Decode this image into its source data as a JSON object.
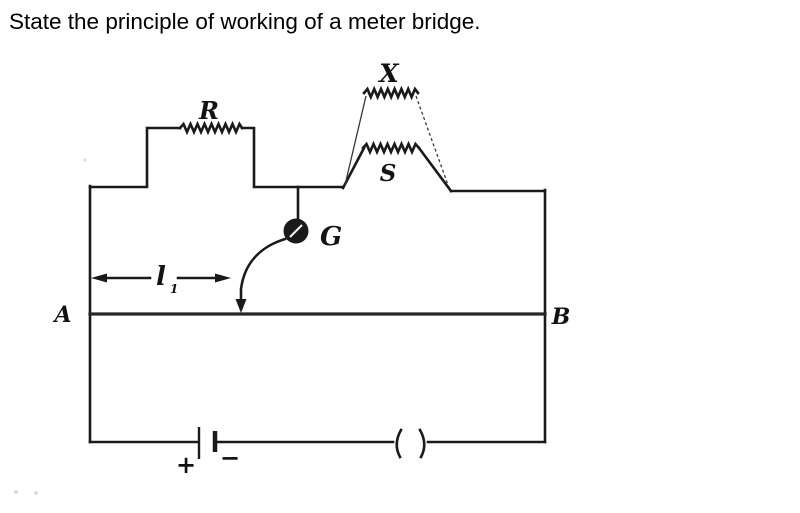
{
  "question": {
    "text": "State the principle of working of a meter bridge."
  },
  "diagram": {
    "title": "meter-bridge-circuit",
    "ink_color": "#1d1d1d",
    "labels": {
      "known_resistor": "R",
      "unknown_resistor": "X",
      "series_resistor": "S",
      "galvanometer": "G",
      "terminal_left": "A",
      "terminal_right": "B",
      "balance_length_base": "l",
      "balance_length_sub": "1",
      "battery_positive": "+",
      "battery_negative": "−"
    },
    "icons": {
      "galvanometer": "filled-circle-with-needle",
      "battery_cell": "long-short-plate-pair",
      "key": "open-gap-parentheses",
      "jockey": "curved-lead-with-down-arrow",
      "length_marker": "double-headed-arrow"
    }
  }
}
